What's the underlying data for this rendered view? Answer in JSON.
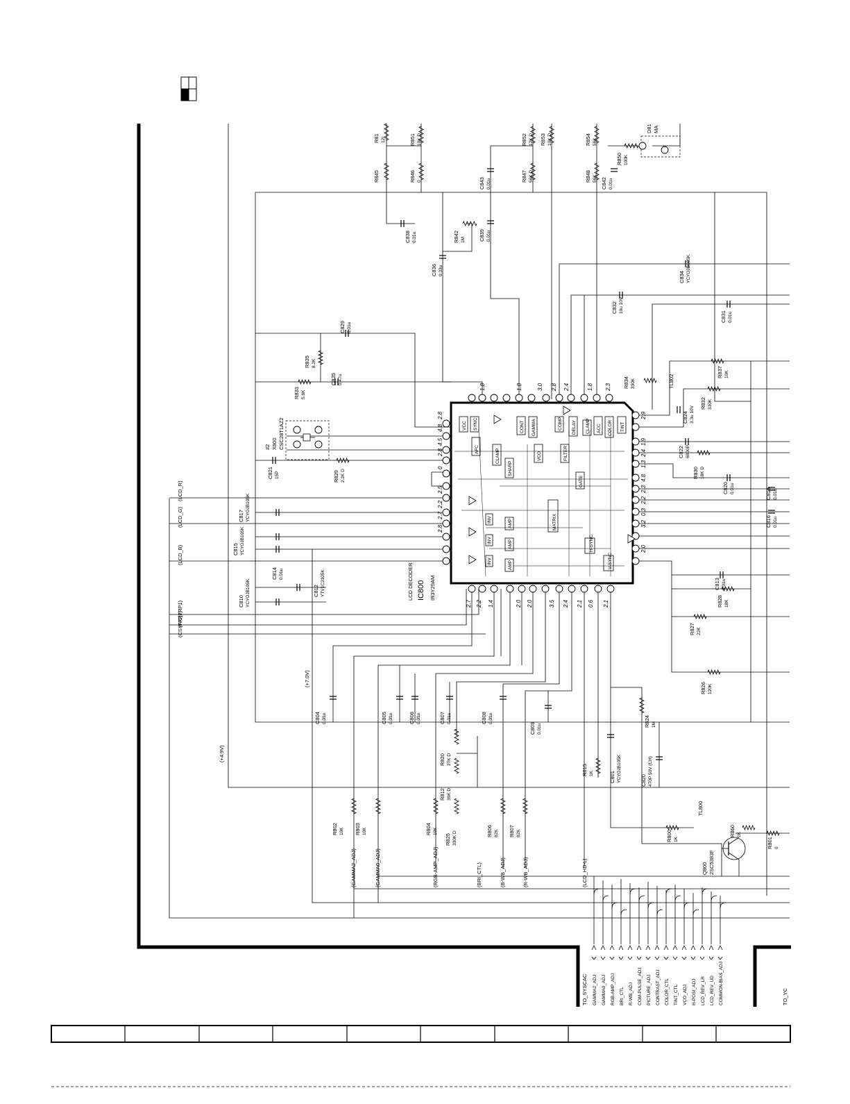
{
  "ic": {
    "name": "IC800",
    "type": "LCD DECODER",
    "part": "IR3Y29AM"
  },
  "connectors": {
    "left": {
      "name": "TO_SYSCAC",
      "signals": [
        "GAMMA2_ADJ",
        "GAMMA0_ADJ",
        "RGB-AMP_ADJ",
        "BRI_CTL",
        "R-WB_ADJ",
        "COM-PULSE_ADJ",
        "PICTURE_ADJ",
        "CONTRAST_ADJ",
        "COLOR_CTL",
        "TINT_CTL",
        "VCO_ADJ",
        "H-POSI_ADJ",
        "LCD_REV_LR",
        "LCD_REV_UD",
        "COMMON-BIAS_ADJ"
      ]
    },
    "right": {
      "name": "TO_YC"
    }
  },
  "net_labels_left": [
    "(LCD_R)",
    "(LCD_G)",
    "(LCD_B)",
    "(FRP1)",
    "(FRP2)",
    "(CSYNC)"
  ],
  "adj_labels_bottom": [
    "(GAMMA2_ADJ)",
    "(GAMMA0_ADJ)",
    "(RGB-AMP_ADJ)",
    "(BRI_CTL)",
    "(B-WB_ADJ)",
    "(R-WB_ADJ)",
    "(LCD_HD-L)"
  ],
  "supply_labels": [
    "(+7.0V)",
    "(+4.9V)"
  ],
  "transistor": {
    "ref": "Q800",
    "part": "2SC5383F"
  },
  "crystal": {
    "ref": "X800",
    "part": "CSC28T1AZ2",
    "note": "#2"
  },
  "diode": {
    "ref": "D81",
    "note": "MA"
  },
  "test_points": [
    "TL802",
    "TL800"
  ],
  "components_top": [
    {
      "ref": "R81",
      "val": "12I"
    },
    {
      "ref": "R851",
      "val": "10K D"
    },
    {
      "ref": "R845",
      "val": ""
    },
    {
      "ref": "R846",
      "val": "0"
    },
    {
      "ref": "C838",
      "val": "0.01u"
    },
    {
      "ref": "C836",
      "val": "0.33u"
    },
    {
      "ref": "R842",
      "val": "1M"
    },
    {
      "ref": "C843",
      "val": "0.01u"
    },
    {
      "ref": "C839",
      "val": "0.01u"
    },
    {
      "ref": "R852",
      "val": "12K D"
    },
    {
      "ref": "R853",
      "val": "10K D"
    },
    {
      "ref": "R847",
      "val": "56K D"
    },
    {
      "ref": "R854",
      "val": "56K"
    },
    {
      "ref": "R848",
      "val": "56K"
    },
    {
      "ref": "R850",
      "val": "100K"
    },
    {
      "ref": "C842",
      "val": "0.01u"
    }
  ],
  "components_right": [
    {
      "ref": "C834",
      "val": "YCYOJB105K"
    },
    {
      "ref": "C832",
      "val": "10u 10V"
    },
    {
      "ref": "C831",
      "val": "0.01u"
    },
    {
      "ref": "R837",
      "val": "10K"
    },
    {
      "ref": "R834",
      "val": "330K"
    },
    {
      "ref": "R832",
      "val": "330K"
    },
    {
      "ref": "C824",
      "val": "3.3u 10V"
    },
    {
      "ref": "C822",
      "val": "6800P"
    },
    {
      "ref": "R830",
      "val": "18K D"
    },
    {
      "ref": "C820",
      "val": "0.01u"
    },
    {
      "ref": "C818",
      "val": "0.01u"
    },
    {
      "ref": "C816",
      "val": "0.01u"
    },
    {
      "ref": "C813",
      "val": "0.01u"
    },
    {
      "ref": "R827",
      "val": "22K"
    },
    {
      "ref": "R828",
      "val": "18K"
    },
    {
      "ref": "R826",
      "val": "120K"
    }
  ],
  "components_left": [
    {
      "ref": "C829",
      "val": "0.01u"
    },
    {
      "ref": "R835",
      "val": "8.2K"
    },
    {
      "ref": "C825",
      "val": "0.47u"
    },
    {
      "ref": "R833",
      "val": "5.6K"
    },
    {
      "ref": "C821",
      "val": "15P"
    },
    {
      "ref": "R829",
      "val": "2.2K D"
    },
    {
      "ref": "C817",
      "val": "YCYOJB105K"
    },
    {
      "ref": "C815",
      "val": "YCYOJB105K"
    },
    {
      "ref": "C814",
      "val": "0.01u"
    },
    {
      "ref": "C810",
      "val": "YCYOJB105K"
    },
    {
      "ref": "C812",
      "val": "YTV1C3105K"
    }
  ],
  "components_bottom": [
    {
      "ref": "C804",
      "val": "0.01u"
    },
    {
      "ref": "C805",
      "val": "0.01u"
    },
    {
      "ref": "C806",
      "val": "0.01u"
    },
    {
      "ref": "C807",
      "val": "0.01u"
    },
    {
      "ref": "C808",
      "val": "0.01u"
    },
    {
      "ref": "C803",
      "val": "0.01u"
    },
    {
      "ref": "R824",
      "val": "1M"
    },
    {
      "ref": "R820",
      "val": "27K D"
    },
    {
      "ref": "R812",
      "val": "39K D"
    },
    {
      "ref": "R815",
      "val": "1K"
    },
    {
      "ref": "C801",
      "val": "YCYOJB105K"
    },
    {
      "ref": "C820",
      "val": "470P 50V (CH)"
    },
    {
      "ref": "R802",
      "val": "10K"
    },
    {
      "ref": "R803",
      "val": "10K"
    },
    {
      "ref": "R804",
      "val": "10K"
    },
    {
      "ref": "R825",
      "val": "330K D"
    },
    {
      "ref": "R806",
      "val": "82K"
    },
    {
      "ref": "R807",
      "val": "82K"
    },
    {
      "ref": "R800",
      "val": "1K"
    },
    {
      "ref": "R860",
      "val": "1K"
    },
    {
      "ref": "R801",
      "val": "0"
    }
  ],
  "pin_voltages": {
    "top": [
      "1.8",
      "1.8",
      "3.0",
      "2.8",
      "2.4",
      "1.8",
      "2.3"
    ],
    "left": [
      "2.8",
      "4.8",
      "4.5",
      "2.8",
      "0",
      "2.5",
      "2.2",
      "2.7",
      "2.8"
    ],
    "right": [
      "2.9",
      "1.9",
      "2.4",
      "1.3",
      "4.8",
      "2.3",
      "2.2",
      "0.3",
      "3.2",
      "2.0"
    ],
    "bottom": [
      "2.7",
      "2.2",
      "1.4",
      "2.0",
      "2.0",
      "3.5",
      "2.4",
      "0.6",
      "2.1"
    ],
    "extra": [
      "2.1"
    ]
  },
  "block_labels": [
    "VCC",
    "SYNC",
    "AFC",
    "CLAMP",
    "SHARP",
    "CONT",
    "GAMMA",
    "MATRIX",
    "VCO",
    "COMP",
    "DELAY",
    "CLAMP",
    "ACC",
    "COLOR",
    "TINT",
    "INV",
    "INV",
    "INV",
    "AMP",
    "AMP",
    "AMP",
    "H-SYNC",
    "V-SYNC",
    "FILTER",
    "GATE"
  ]
}
